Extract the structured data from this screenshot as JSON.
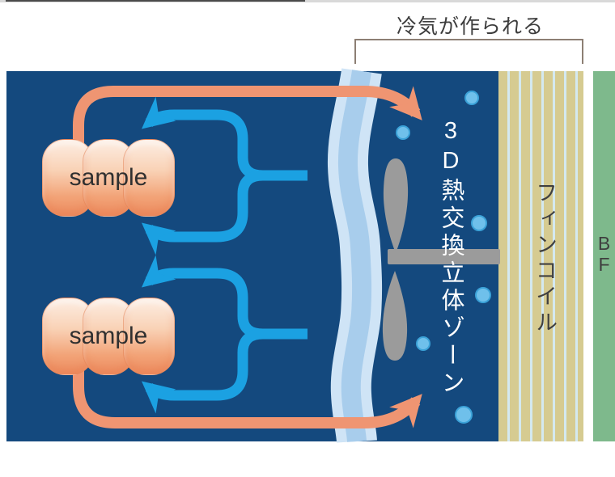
{
  "header": {
    "title": "冷気が作られる"
  },
  "diagram": {
    "sample_labels": [
      "sample",
      "sample"
    ],
    "zone_label": {
      "full": "3D熱交換立体ゾーン",
      "prefix": "3D",
      "suffix": "熱交換立体ゾーン"
    },
    "fin_coil_label": "フィンコイル",
    "bf_label": {
      "full": "BF",
      "lines": [
        "B",
        "F"
      ]
    }
  },
  "icons": {
    "fan": "fan-icon",
    "air_curtain": "cold-air-curtain",
    "bubbles": "air-bubble-icon",
    "warm_arrows": "warm-airflow-arrow",
    "cold_arrows": "cold-airflow-arrow"
  },
  "colors": {
    "cabinet_navy": "#14497e",
    "warm_air_orange": "#ef9572",
    "cold_air_blue": "#1ba1e2",
    "air_curtain_light": "#cfe4f6",
    "air_curtain_core": "#a8cdec",
    "fan_gray": "#9b9b9b",
    "fin_coil_tan": "#d6cb91",
    "fin_coil_stripe": "#d4e9f0",
    "bf_panel_green": "#7eb98c",
    "bubble_blue": "#6fc0eb",
    "sample_gradient_top": "#fceadd",
    "sample_gradient_bottom": "#ee8f63",
    "bracket_brown": "#8d7f74"
  }
}
